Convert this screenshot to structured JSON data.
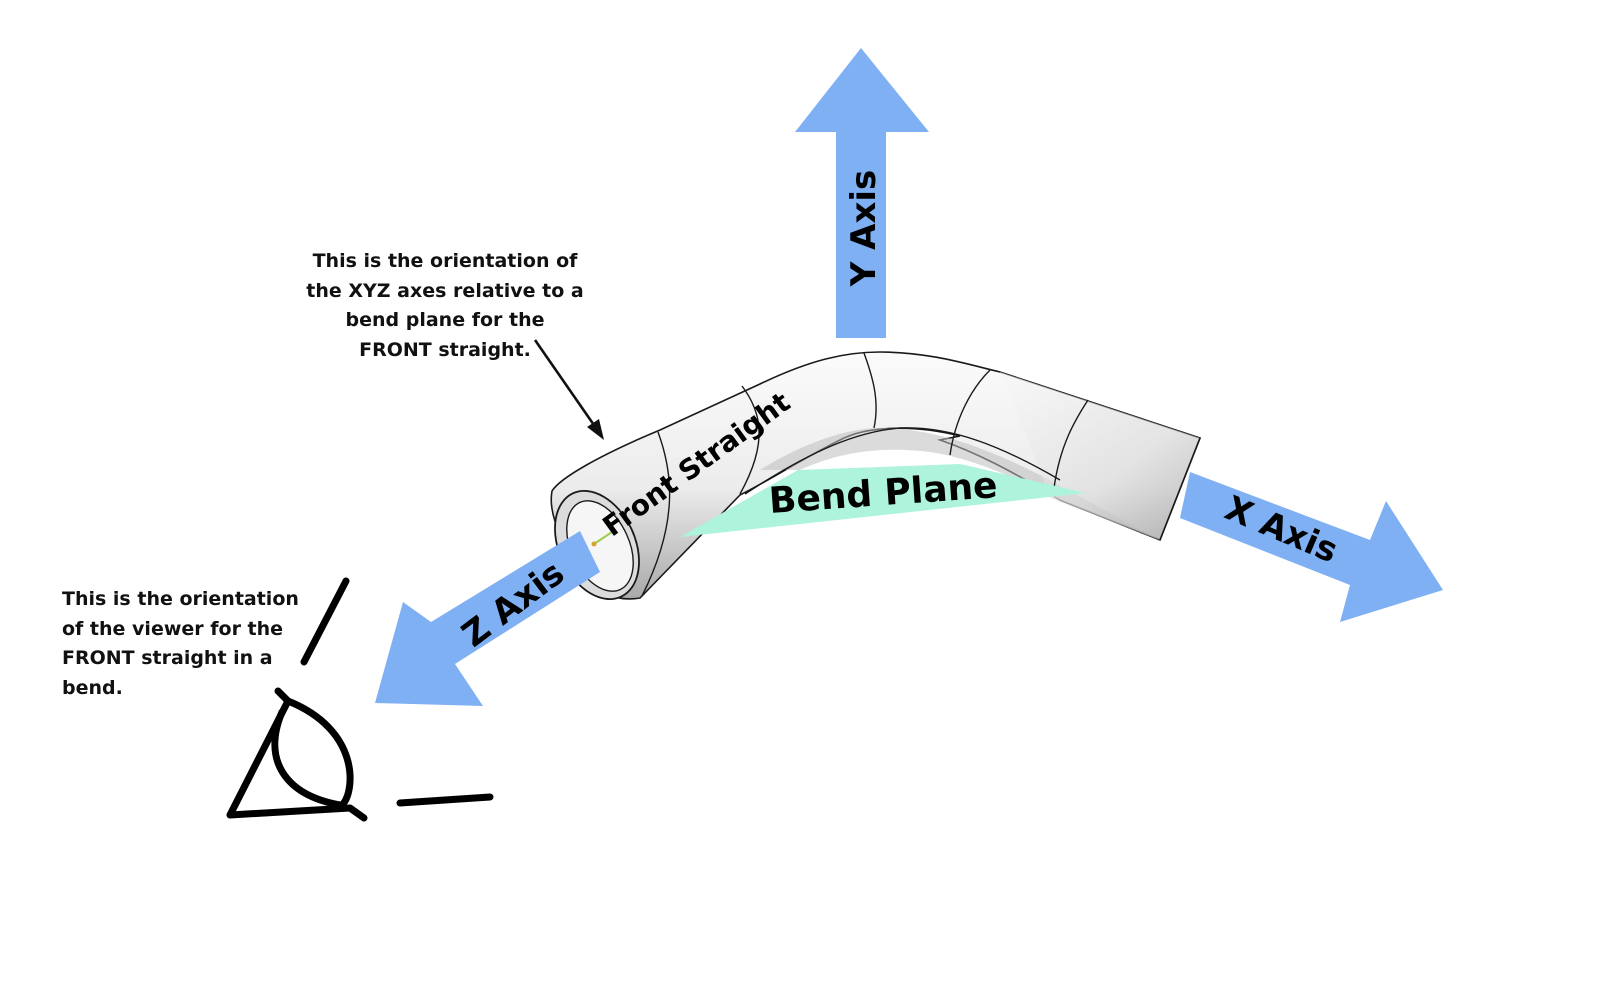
{
  "labels": {
    "y_axis": "Y Axis",
    "x_axis": "X Axis",
    "z_axis": "Z Axis",
    "front_straight": "Front Straight",
    "bend_plane": "Bend Plane"
  },
  "notes": {
    "axes_orientation": [
      "This is the orientation of",
      "the XYZ axes relative to a",
      "bend plane for the",
      "FRONT straight."
    ],
    "viewer_orientation": [
      "This is the orientation",
      "of the viewer for the",
      "FRONT straight in a",
      "bend."
    ]
  },
  "icons": {
    "viewer": "eye-viewer-icon"
  },
  "colors": {
    "axis_arrow": "#7fb0f4",
    "bend_plane": "#aef3dc",
    "tube_light": "#f4f4f4",
    "tube_shade": "#cfcfcf",
    "outline": "#1a1a1a"
  }
}
